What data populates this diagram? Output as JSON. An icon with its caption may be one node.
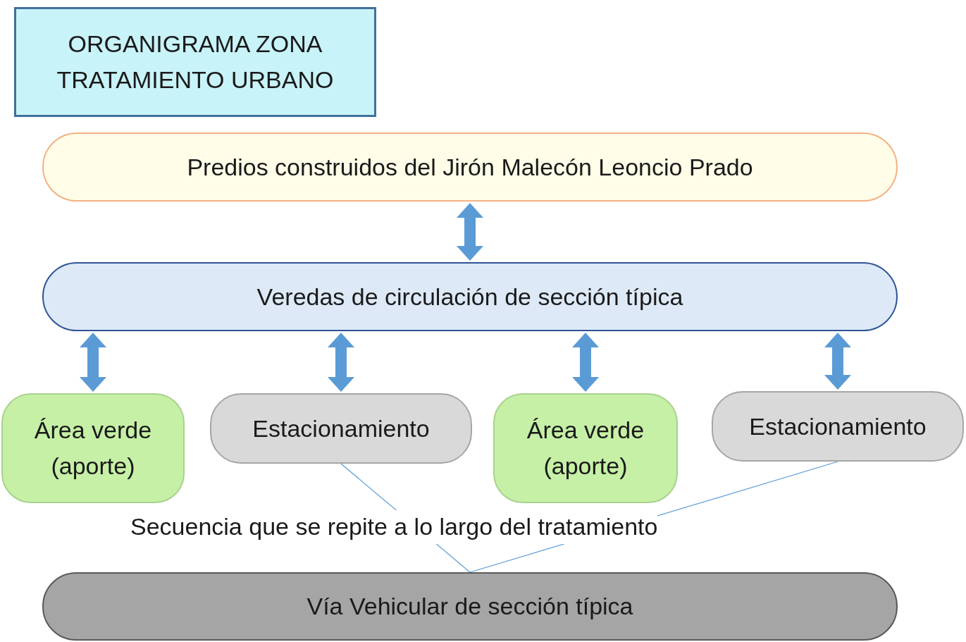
{
  "diagram": {
    "nodes": [
      {
        "text": [
          "ORGANIGRAMA ZONA TRATAMIENTO URBANO"
        ]
      },
      {
        "text": [
          "Predios construidos del Jirón Malecón Leoncio Prado"
        ]
      },
      {
        "text": [
          "Veredas de circulación de sección típica"
        ]
      },
      {
        "text": [
          "Área verde (aporte)"
        ]
      },
      {
        "text": [
          "Estacionamiento"
        ]
      },
      {
        "text": [
          "Área verde (aporte)"
        ]
      },
      {
        "text": [
          "Estacionamiento"
        ]
      },
      {
        "text": [
          "Vía Vehicular de sección típica"
        ]
      }
    ],
    "edges": [
      {
        "from": 1,
        "to": 2,
        "arrow": "both"
      },
      {
        "from": 2,
        "to": 3,
        "arrow": "both"
      },
      {
        "from": 2,
        "to": 4,
        "arrow": "both"
      },
      {
        "from": 2,
        "to": 5,
        "arrow": "both"
      },
      {
        "from": 2,
        "to": 6,
        "arrow": "both"
      },
      {
        "from": 4,
        "to": 7,
        "arrow": "none"
      },
      {
        "from": 6,
        "to": 7,
        "arrow": "none"
      }
    ],
    "labels": [
      "Secuencia que se repite a lo largo del tratamiento"
    ]
  }
}
